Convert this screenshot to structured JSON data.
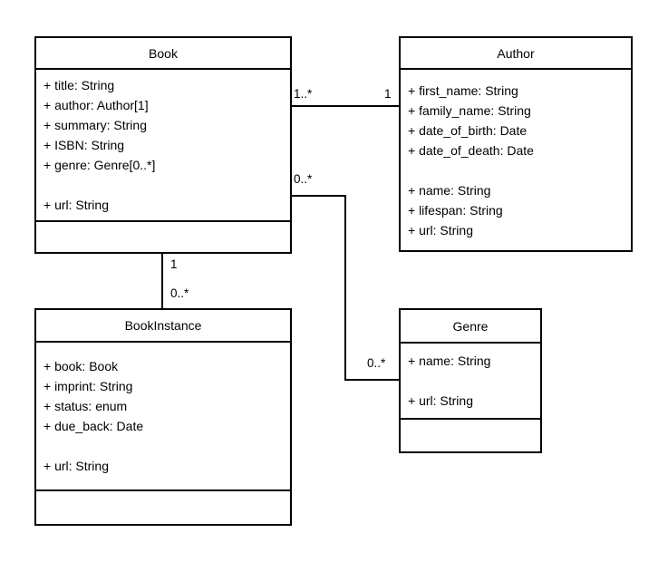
{
  "diagram": {
    "type": "uml-class-diagram",
    "colors": {
      "line": "#000000",
      "background": "#ffffff",
      "text": "#000000"
    },
    "classes": [
      {
        "name": "Book",
        "attributes": [
          "+ title: String",
          "+ author: Author[1]",
          "+ summary: String",
          "+ ISBN: String",
          "+ genre: Genre[0..*]",
          "",
          "+ url: String"
        ]
      },
      {
        "name": "Author",
        "attributes": [
          "+ first_name: String",
          "+ family_name: String",
          "+ date_of_birth: Date",
          "+ date_of_death: Date",
          "",
          "+ name: String",
          "+ lifespan: String",
          "+ url: String"
        ]
      },
      {
        "name": "BookInstance",
        "attributes": [
          "+ book: Book",
          "+ imprint: String",
          "+ status: enum",
          "+ due_back: Date",
          "",
          "+ url: String"
        ]
      },
      {
        "name": "Genre",
        "attributes": [
          "+ name: String",
          "",
          "+ url: String"
        ]
      }
    ],
    "relationships": [
      {
        "from": "Book",
        "to": "Author",
        "source_multiplicity": "1..*",
        "target_multiplicity": "1"
      },
      {
        "from": "Book",
        "to": "BookInstance",
        "source_multiplicity": "1",
        "target_multiplicity": "0..*"
      },
      {
        "from": "Book",
        "to": "Genre",
        "source_multiplicity": "0..*",
        "target_multiplicity": "0..*"
      }
    ]
  }
}
